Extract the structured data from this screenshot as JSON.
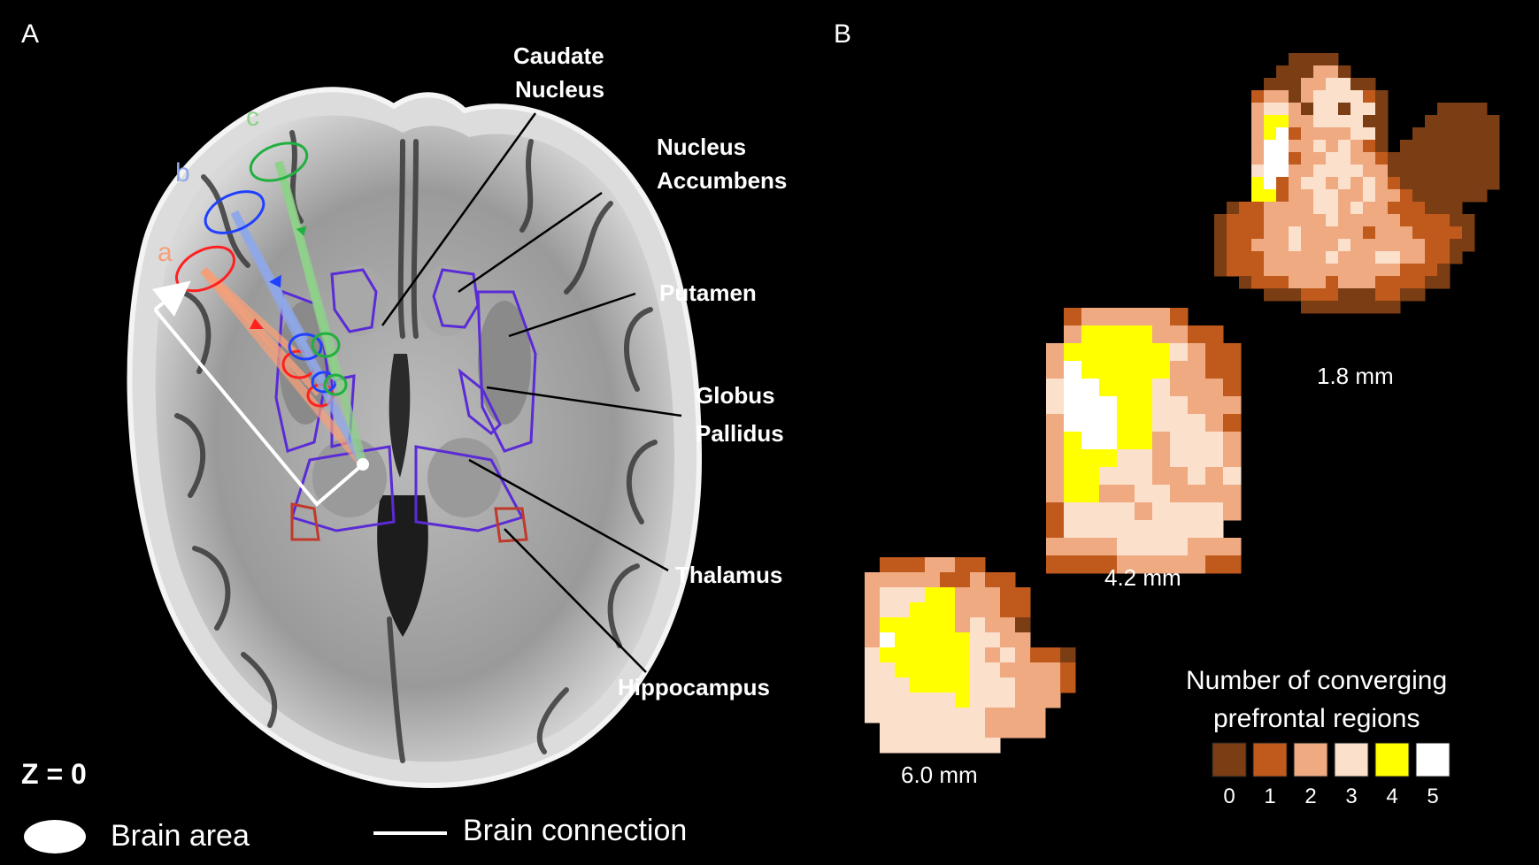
{
  "panel_a": {
    "letter": "A",
    "z_label": "Z = 0",
    "structures": [
      "Caudate",
      "Nucleus",
      "Nucleus",
      "Accumbens",
      "Putamen",
      "Globus",
      "Pallidus",
      "Thalamus",
      "Hippocampus"
    ],
    "pathways": [
      {
        "letter": "a",
        "color": "#f4a07a",
        "ring": "#ff2020"
      },
      {
        "letter": "b",
        "color": "#8fa8e8",
        "ring": "#2040ff"
      },
      {
        "letter": "c",
        "color": "#8fd18a",
        "ring": "#20b040"
      }
    ],
    "legend": {
      "area": "Brain area",
      "connection": "Brain connection"
    }
  },
  "panel_b": {
    "letter": "B",
    "scales": [
      "1.8 mm",
      "4.2 mm",
      "6.0 mm"
    ],
    "colorbar": {
      "title_line1": "Number of converging",
      "title_line2": "prefrontal regions",
      "ticks": [
        "0",
        "1",
        "2",
        "3",
        "4",
        "5"
      ],
      "colors": [
        "#7a3d14",
        "#c05a1c",
        "#efaa82",
        "#fbe0cc",
        "#ffff00",
        "#ffffff"
      ]
    }
  }
}
